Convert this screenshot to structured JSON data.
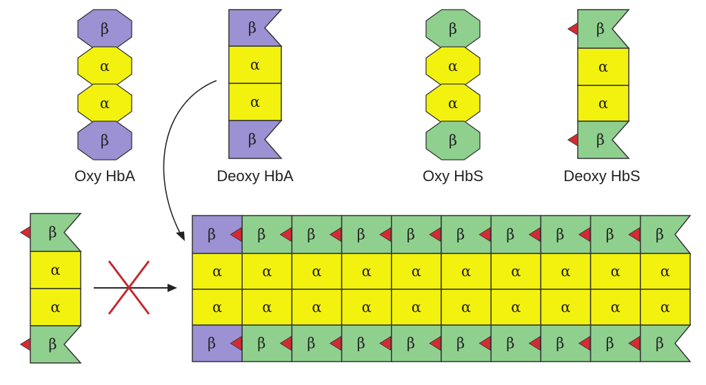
{
  "colors": {
    "beta_hba": "#9B91D3",
    "beta_hbs": "#8FD08F",
    "alpha": "#F3F20E",
    "sticky_patch": "#D42A34",
    "outline": "#333333",
    "cross": "#C3282E",
    "arrow": "#222222",
    "background": "#FFFFFF"
  },
  "symbols": {
    "alpha": "α",
    "beta": "β"
  },
  "labels": {
    "oxy_hba": "Oxy HbA",
    "deoxy_hba": "Deoxy HbA",
    "oxy_hbs": "Oxy HbS",
    "deoxy_hbs": "Deoxy HbS"
  },
  "polymer": {
    "columns": [
      "HbA",
      "HbS",
      "HbS",
      "HbS",
      "HbS",
      "HbS",
      "HbS",
      "HbS",
      "HbS",
      "HbS"
    ]
  },
  "icons": [
    "curved-arrow-icon",
    "straight-arrow-icon",
    "blocked-cross-icon"
  ]
}
